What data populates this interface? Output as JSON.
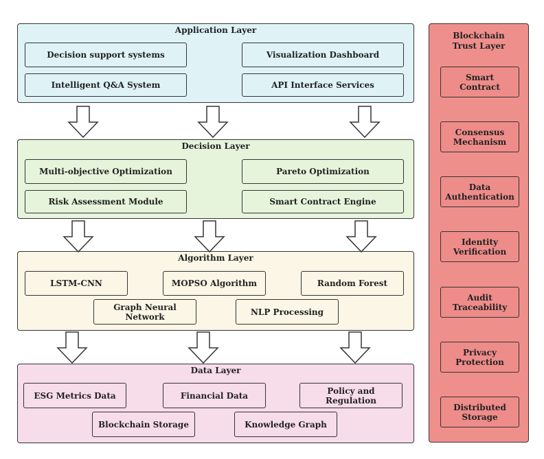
{
  "application_layer": {
    "title": "Application Layer",
    "items": [
      "Decision support systems",
      "Visualization Dashboard",
      "Intelligent Q&A System",
      "API Interface Services"
    ]
  },
  "decision_layer": {
    "title": "Decision Layer",
    "items": [
      "Multi-objective Optimization",
      "Pareto Optimization",
      "Risk Assessment Module",
      "Smart Contract Engine"
    ]
  },
  "algorithm_layer": {
    "title": "Algorithm Layer",
    "items": [
      "LSTM-CNN",
      "MOPSO Algorithm",
      "Random Forest",
      "Graph Neural\nNetwork",
      "NLP Processing"
    ]
  },
  "data_layer": {
    "title": "Data Layer",
    "items": [
      "ESG Metrics Data",
      "Financial Data",
      "Policy and\nRegulation",
      "Blockchain Storage",
      "Knowledge Graph"
    ]
  },
  "blockchain_layer": {
    "title": "Blockchain\nTrust Layer",
    "items": [
      "Smart\nContract",
      "Consensus\nMechanism",
      "Data\nAuthentication",
      "Identity\nVerification",
      "Audit\nTraceability",
      "Privacy\nProtection",
      "Distributed\nStorage"
    ]
  },
  "colors": {
    "application": "#dff3f7",
    "decision": "#e6f4dc",
    "algorithm": "#fbf6e6",
    "data": "#f7dcea",
    "blockchain": "#ef8f8c"
  }
}
